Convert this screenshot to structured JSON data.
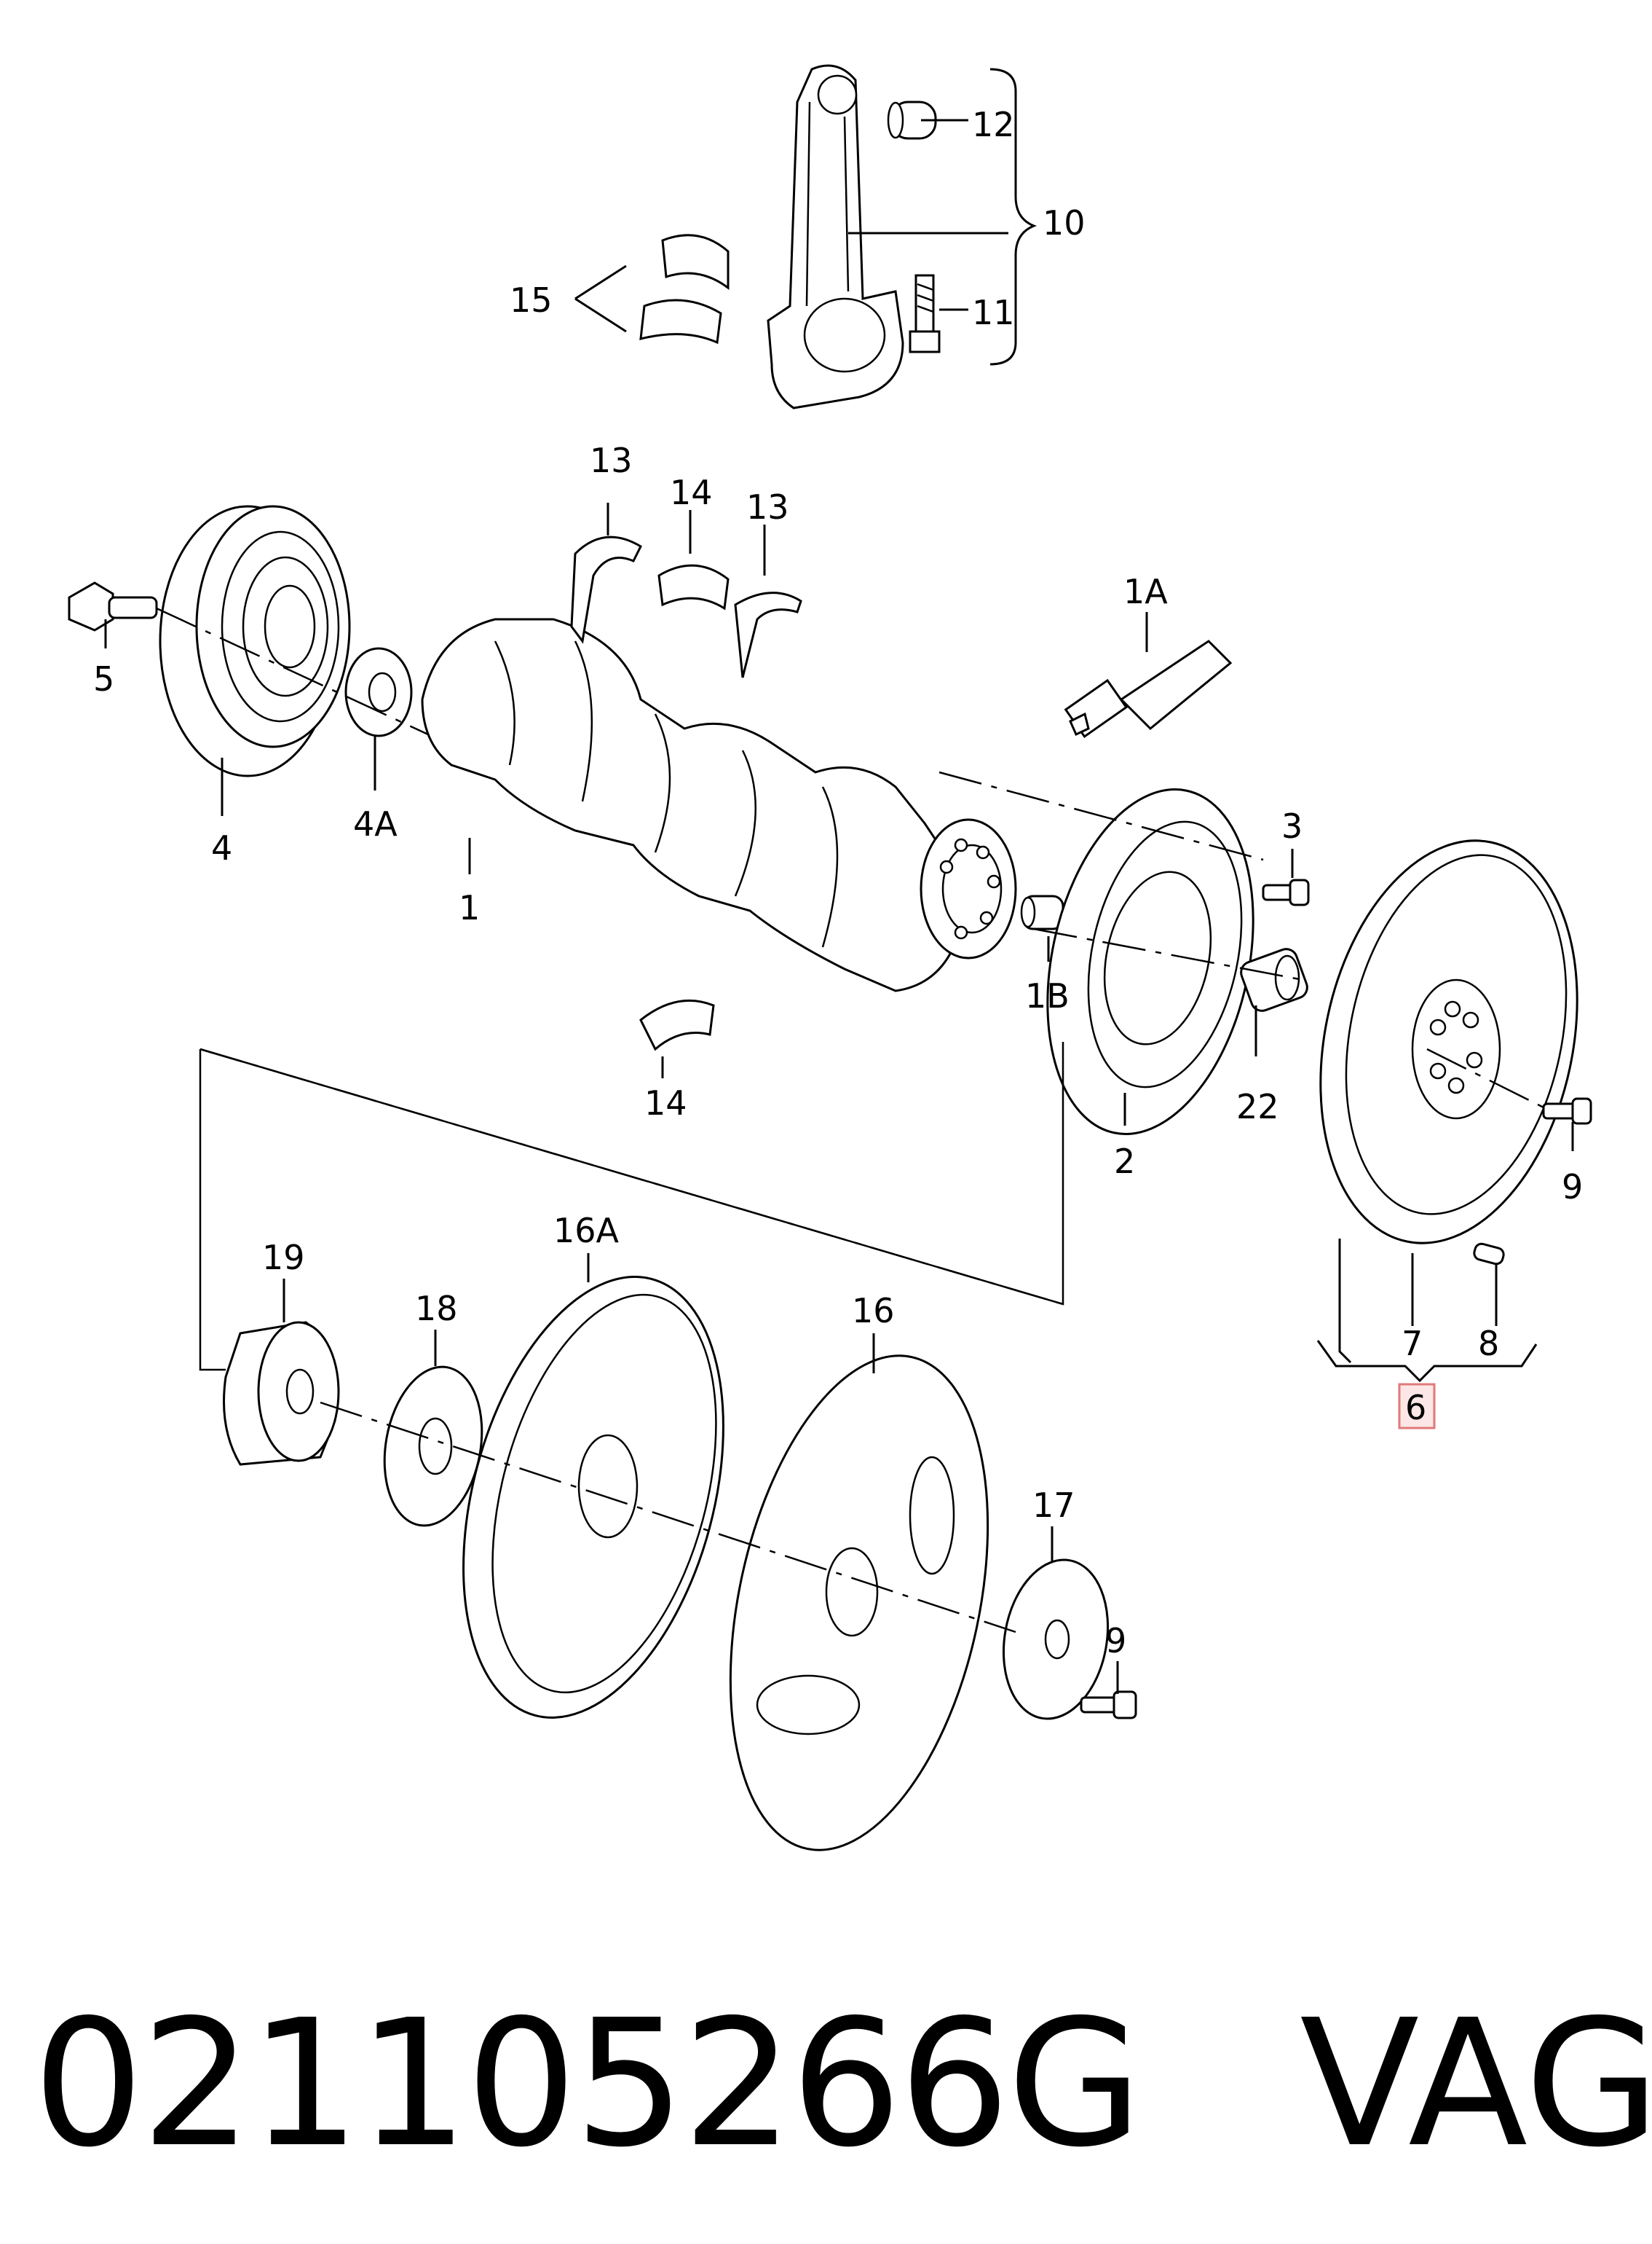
{
  "diagram": {
    "callouts": {
      "c1": "1",
      "c1A": "1A",
      "c1B": "1B",
      "c2": "2",
      "c3": "3",
      "c4": "4",
      "c4A": "4A",
      "c5": "5",
      "c6": "6",
      "c7": "7",
      "c8": "8",
      "c9a": "9",
      "c9b": "9",
      "c10": "10",
      "c11": "11",
      "c12": "12",
      "c13a": "13",
      "c13b": "13",
      "c14a": "14",
      "c14b": "14",
      "c15": "15",
      "c16": "16",
      "c16A": "16A",
      "c17": "17",
      "c18": "18",
      "c19": "19",
      "c22": "22"
    },
    "highlighted": "6"
  },
  "caption": {
    "part_number": "021105266G",
    "brand": "VAG"
  }
}
